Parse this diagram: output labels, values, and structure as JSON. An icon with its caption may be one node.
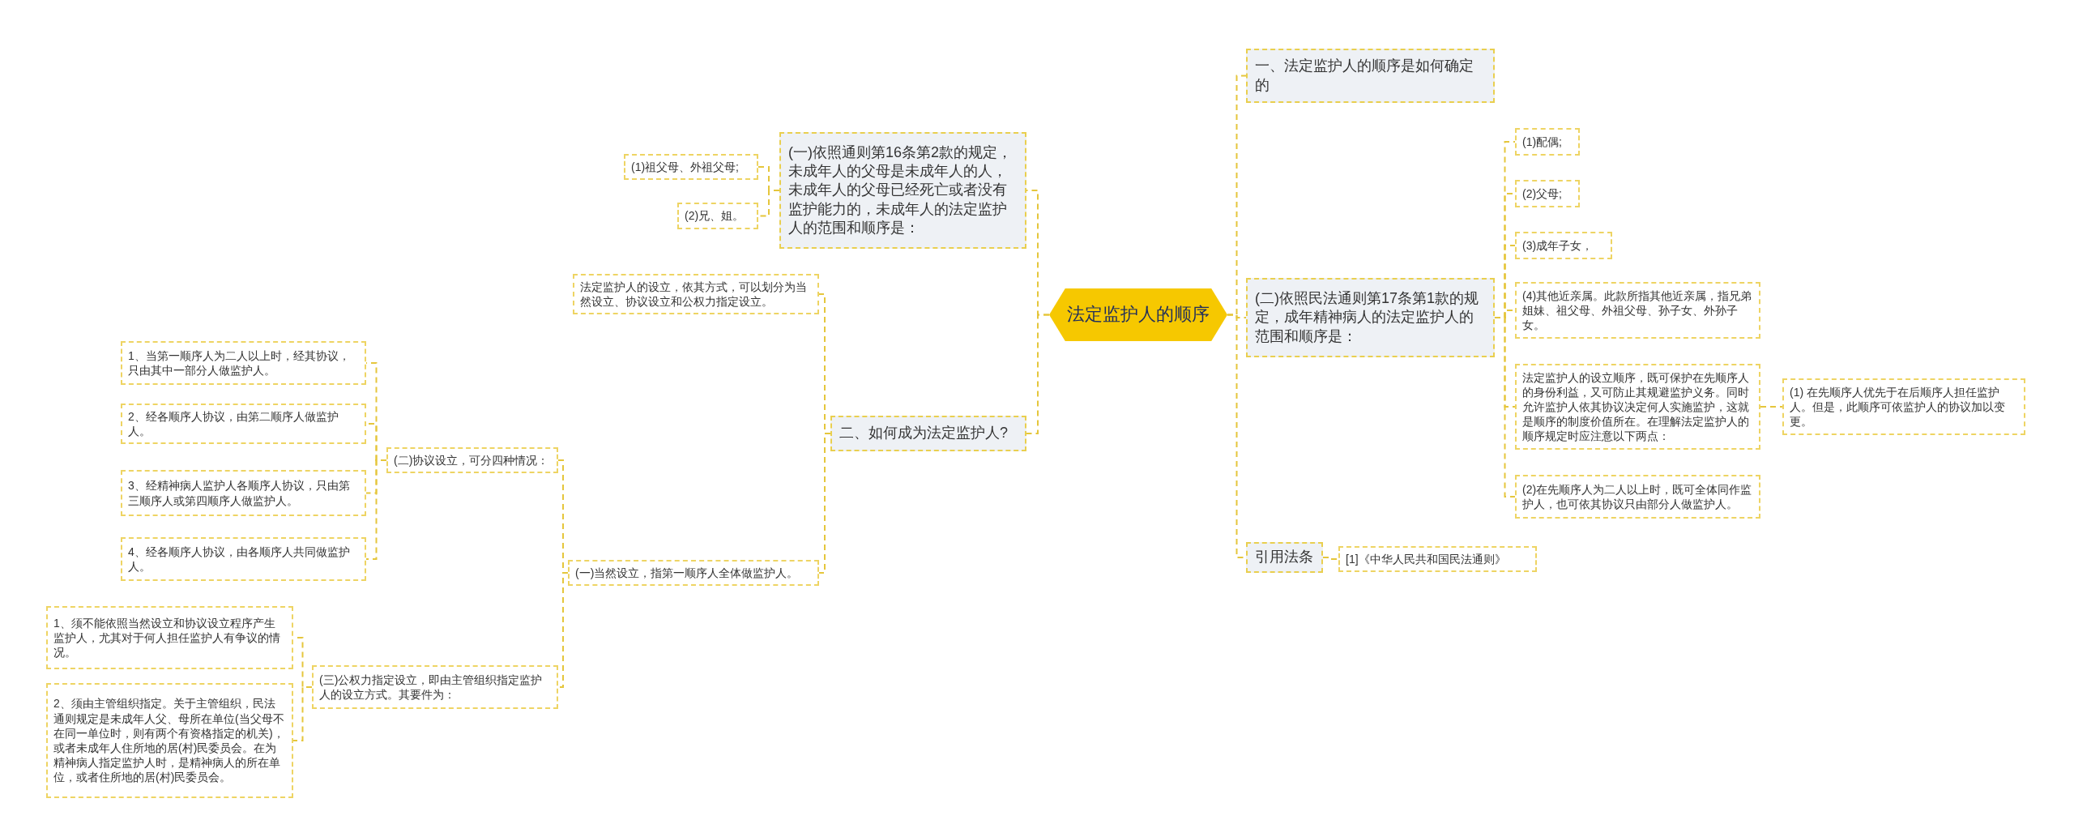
{
  "diagram": {
    "nodes": [
      {
        "text": [
          "法定监护人的顺序"
        ]
      },
      {
        "text": [
          "一、法定监护人的顺序是如何确定的"
        ]
      },
      {
        "text": [
          "(二)依照民法通则第17条第1款的规定，成年精神病人的法定监护人的范围和顺序是："
        ]
      },
      {
        "text": [
          "(1)配偶;"
        ]
      },
      {
        "text": [
          "(2)父母;"
        ]
      },
      {
        "text": [
          "(3)成年子女，"
        ]
      },
      {
        "text": [
          "(4)其他近亲属。此款所指其他近亲属，指兄弟姐妹、祖父母、外祖父母、孙子女、外孙子女。"
        ]
      },
      {
        "text": [
          "法定监护人的设立顺序，既可保护在先顺序人的身份利益，又可防止其规避监护义务。同时允许监护人依其协议决定何人实施监护，这就是顺序的制度价值所在。在理解法定监护人的顺序规定时应注意以下两点："
        ]
      },
      {
        "text": [
          "(1) 在先顺序人优先于在后顺序人担任监护人。但是，此顺序可依监护人的协议加以变更。"
        ]
      },
      {
        "text": [
          "(2)在先顺序人为二人以上时，既可全体同作监护人，也可依其协议只由部分人做监护人。"
        ]
      },
      {
        "text": [
          "引用法条"
        ]
      },
      {
        "text": [
          "[1]《中华人民共和国民法通则》"
        ]
      },
      {
        "text": [
          "(一)依照通则第16条第2款的规定，未成年人的父母是未成年人的人，未成年人的父母已经死亡或者没有监护能力的，未成年人的法定监护人的范围和顺序是："
        ]
      },
      {
        "text": [
          "(1)祖父母、外祖父母;"
        ]
      },
      {
        "text": [
          "(2)兄、姐。"
        ]
      },
      {
        "text": [
          "二、如何成为法定监护人?"
        ]
      },
      {
        "text": [
          "法定监护人的设立，依其方式，可以划分为当然设立、协议设立和公权力指定设立。"
        ]
      },
      {
        "text": [
          "(一)当然设立，指第一顺序人全体做监护人。"
        ]
      },
      {
        "text": [
          "(二)协议设立，可分四种情况："
        ]
      },
      {
        "text": [
          "1、当第一顺序人为二人以上时，经其协议，只由其中一部分人做监护人。"
        ]
      },
      {
        "text": [
          "2、经各顺序人协议，由第二顺序人做监护人。"
        ]
      },
      {
        "text": [
          "3、经精神病人监护人各顺序人协议，只由第三顺序人或第四顺序人做监护人。"
        ]
      },
      {
        "text": [
          "4、经各顺序人协议，由各顺序人共同做监护人。"
        ]
      },
      {
        "text": [
          "(三)公权力指定设立，即由主管组织指定监护人的设立方式。其要件为："
        ]
      },
      {
        "text": [
          "1、须不能依照当然设立和协议设立程序产生监护人，尤其对于何人担任监护人有争议的情况。"
        ]
      },
      {
        "text": [
          "2、须由主管组织指定。关于主管组织，民法通则规定是未成年人父、母所在单位(当父母不在同一单位时，则有两个有资格指定的机关)，或者未成年人住所地的居(村)民委员会。在为精神病人指定监护人时，是精神病人的所在单位，或者住所地的居(村)民委员会。"
        ]
      }
    ],
    "edges": [
      {
        "from": 0,
        "to": 1,
        "arrow": "none"
      },
      {
        "from": 0,
        "to": 2,
        "arrow": "none"
      },
      {
        "from": 2,
        "to": 3,
        "arrow": "none"
      },
      {
        "from": 2,
        "to": 4,
        "arrow": "none"
      },
      {
        "from": 2,
        "to": 5,
        "arrow": "none"
      },
      {
        "from": 2,
        "to": 6,
        "arrow": "none"
      },
      {
        "from": 2,
        "to": 7,
        "arrow": "none"
      },
      {
        "from": 7,
        "to": 8,
        "arrow": "none"
      },
      {
        "from": 2,
        "to": 9,
        "arrow": "none"
      },
      {
        "from": 0,
        "to": 10,
        "arrow": "none"
      },
      {
        "from": 10,
        "to": 11,
        "arrow": "none"
      },
      {
        "from": 0,
        "to": 12,
        "arrow": "none"
      },
      {
        "from": 12,
        "to": 13,
        "arrow": "none"
      },
      {
        "from": 12,
        "to": 14,
        "arrow": "none"
      },
      {
        "from": 0,
        "to": 15,
        "arrow": "none"
      },
      {
        "from": 15,
        "to": 16,
        "arrow": "none"
      },
      {
        "from": 15,
        "to": 17,
        "arrow": "none"
      },
      {
        "from": 17,
        "to": 18,
        "arrow": "none"
      },
      {
        "from": 18,
        "to": 19,
        "arrow": "none"
      },
      {
        "from": 18,
        "to": 20,
        "arrow": "none"
      },
      {
        "from": 18,
        "to": 21,
        "arrow": "none"
      },
      {
        "from": 18,
        "to": 22,
        "arrow": "none"
      },
      {
        "from": 17,
        "to": 23,
        "arrow": "none"
      },
      {
        "from": 23,
        "to": 24,
        "arrow": "none"
      },
      {
        "from": 23,
        "to": 25,
        "arrow": "none"
      }
    ]
  }
}
